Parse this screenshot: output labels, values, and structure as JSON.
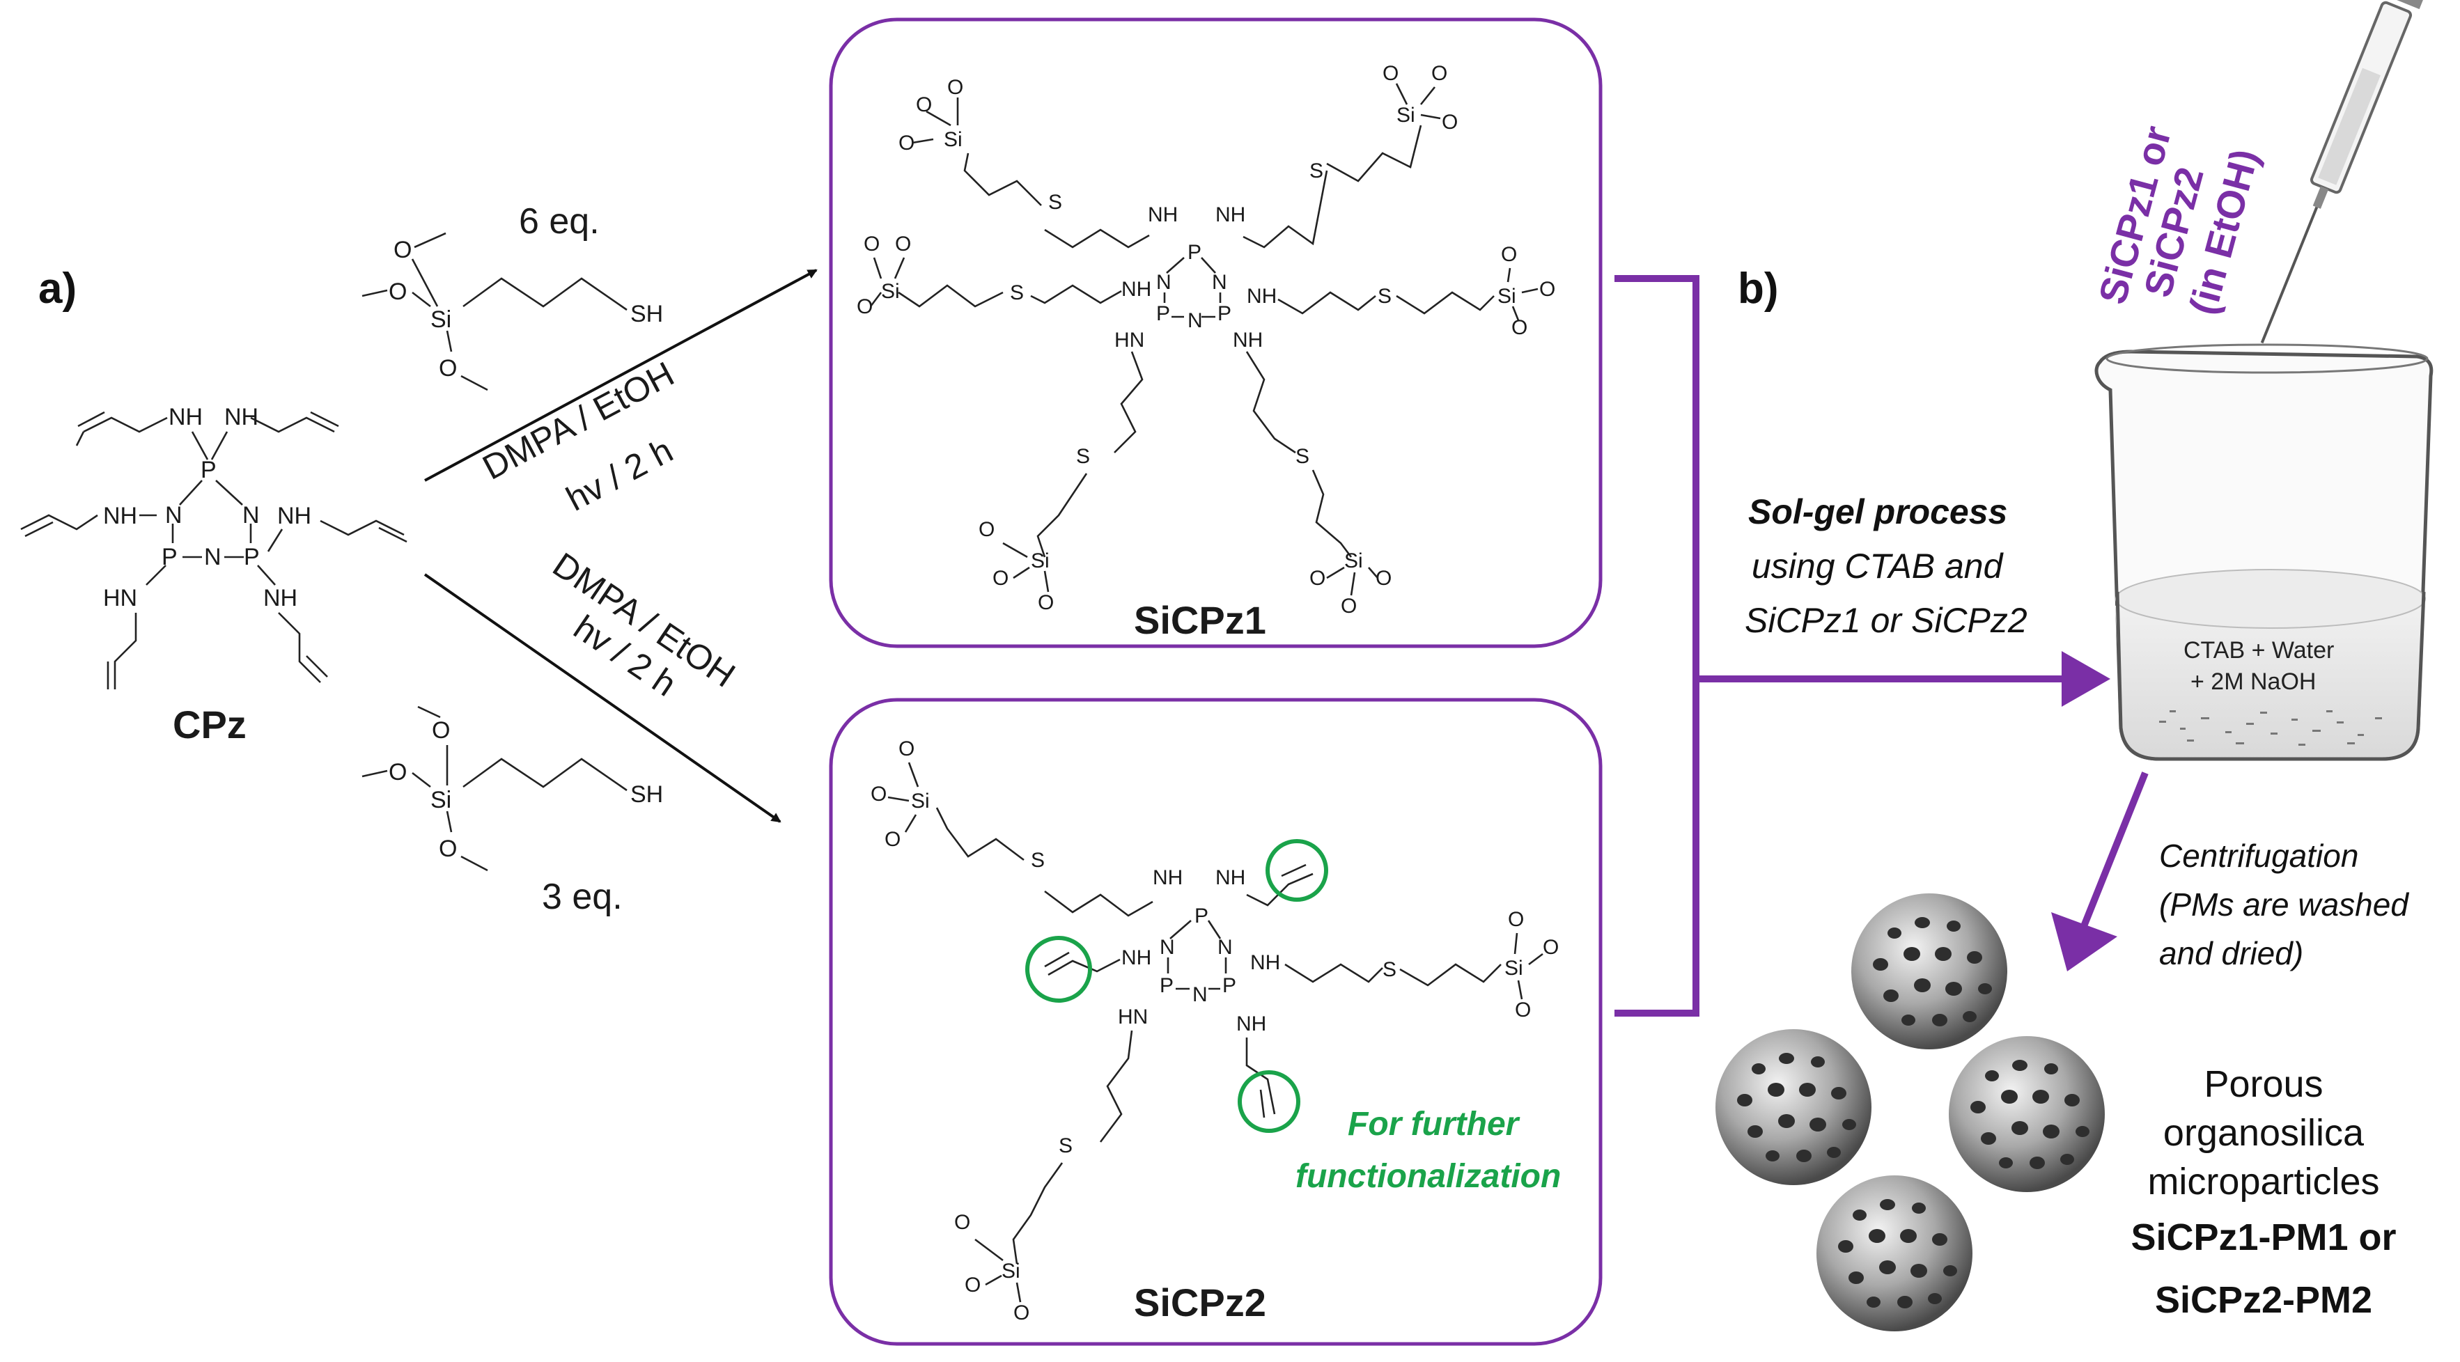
{
  "panel_labels": {
    "a": "a)",
    "b": "b)"
  },
  "cpz": {
    "name": "CPz"
  },
  "reagent_top": {
    "equivalents": "6 eq.",
    "conditions_1": "DMPA / EtOH",
    "conditions_2": "hv / 2 h"
  },
  "reagent_bottom": {
    "equivalents": "3 eq.",
    "conditions_1": "DMPA / EtOH",
    "conditions_2": "hv / 2 h"
  },
  "atoms": {
    "si": "Si",
    "o": "O",
    "sh": "SH",
    "s": "S",
    "nh": "NH",
    "hn": "HN",
    "n": "N",
    "p": "P"
  },
  "products": {
    "sicpz1": "SiCPz1",
    "sicpz2": "SiCPz2",
    "further_1": "For further",
    "further_2": "functionalization"
  },
  "process": {
    "line1": "Sol-gel process",
    "line2": "using CTAB and",
    "line3": "SiCPz1 or SiCPz2"
  },
  "syringe_label": {
    "line1": "SiCPz1 or",
    "line2": "SiCPz2",
    "line3": "(in EtOH)"
  },
  "beaker": {
    "line1": "CTAB + Water",
    "line2": "+ 2M NaOH"
  },
  "centrifugation": {
    "line1": "Centrifugation",
    "line2": "(PMs are washed",
    "line3": "and dried)"
  },
  "result": {
    "line1": "Porous",
    "line2": "organosilica",
    "line3": "microparticles",
    "line4": "SiCPz1-PM1 or",
    "line5": "SiCPz2-PM2"
  },
  "colors": {
    "purple": "#7a2fa6",
    "green": "#1aa34a",
    "black": "#111111"
  }
}
